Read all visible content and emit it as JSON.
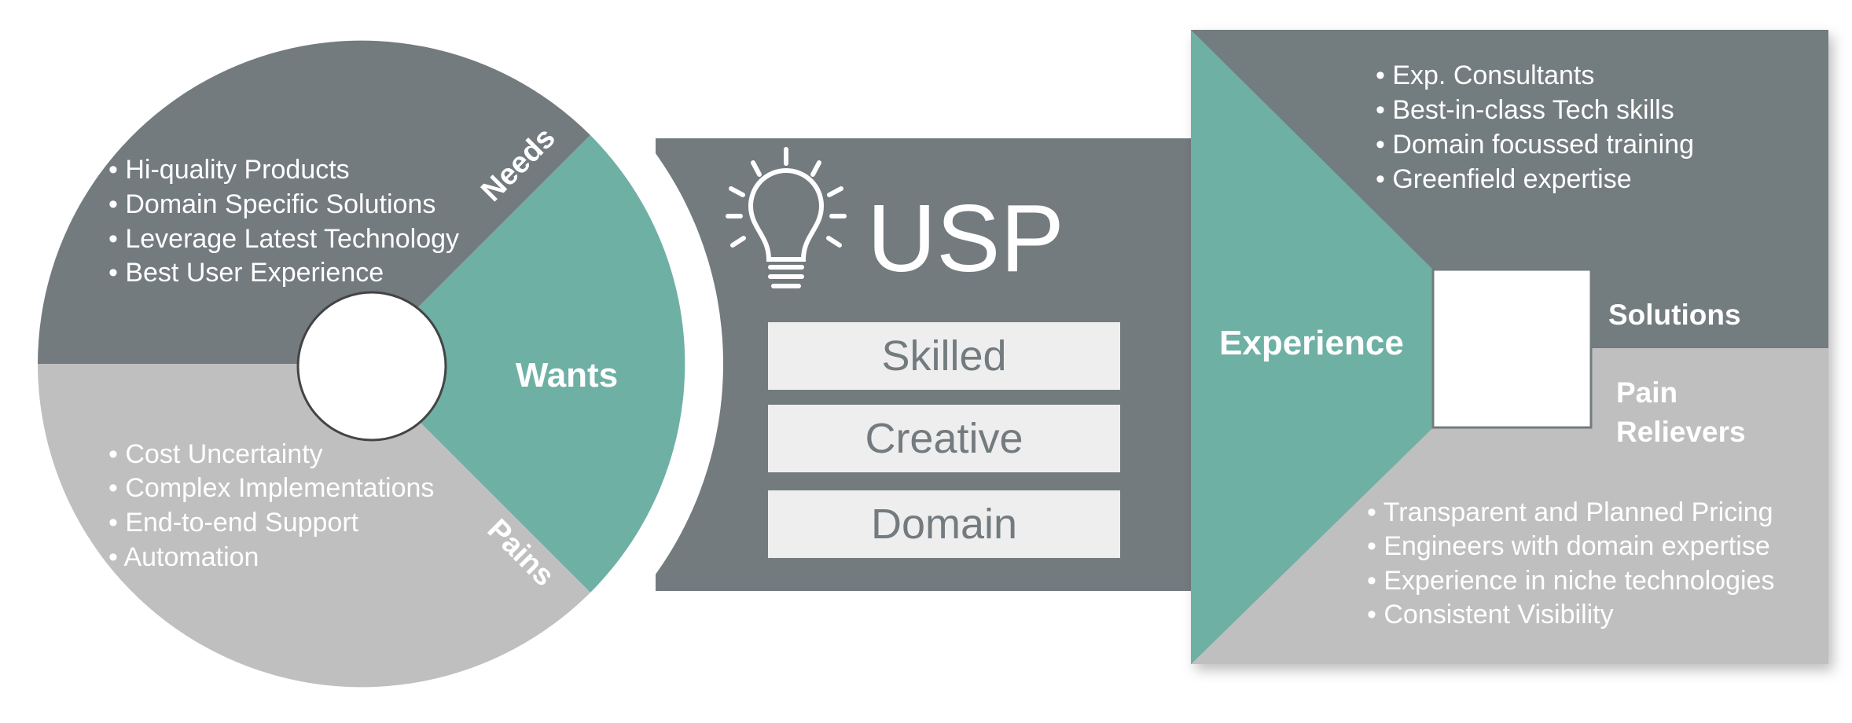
{
  "colors": {
    "dark": "#737b7f",
    "teal": "#6fb0a4",
    "light": "#bfbfbf",
    "box": "#eeeeee"
  },
  "wheel": {
    "needs": {
      "label": "Needs",
      "items": [
        "• Hi-quality Products",
        "• Domain Specific Solutions",
        "• Leverage Latest Technology",
        "• Best User Experience"
      ]
    },
    "wants": {
      "label": "Wants"
    },
    "pains": {
      "label": "Pains",
      "items": [
        "• Cost Uncertainty",
        "• Complex Implementations",
        "• End-to-end Support",
        "• Automation"
      ]
    }
  },
  "usp": {
    "icon": "lightbulb-icon",
    "title": "USP",
    "boxes": [
      "Skilled",
      "Creative",
      "Domain"
    ]
  },
  "canvas": {
    "experience": "Experience",
    "solutions": {
      "label": "Solutions",
      "items": [
        "• Exp. Consultants",
        "• Best-in-class Tech skills",
        "• Domain focussed training",
        "• Greenfield expertise"
      ]
    },
    "pain_relievers": {
      "label_line1": "Pain",
      "label_line2": "Relievers",
      "items": [
        "• Transparent and Planned Pricing",
        "• Engineers with domain expertise",
        "• Experience in niche technologies",
        "• Consistent Visibility"
      ]
    }
  }
}
